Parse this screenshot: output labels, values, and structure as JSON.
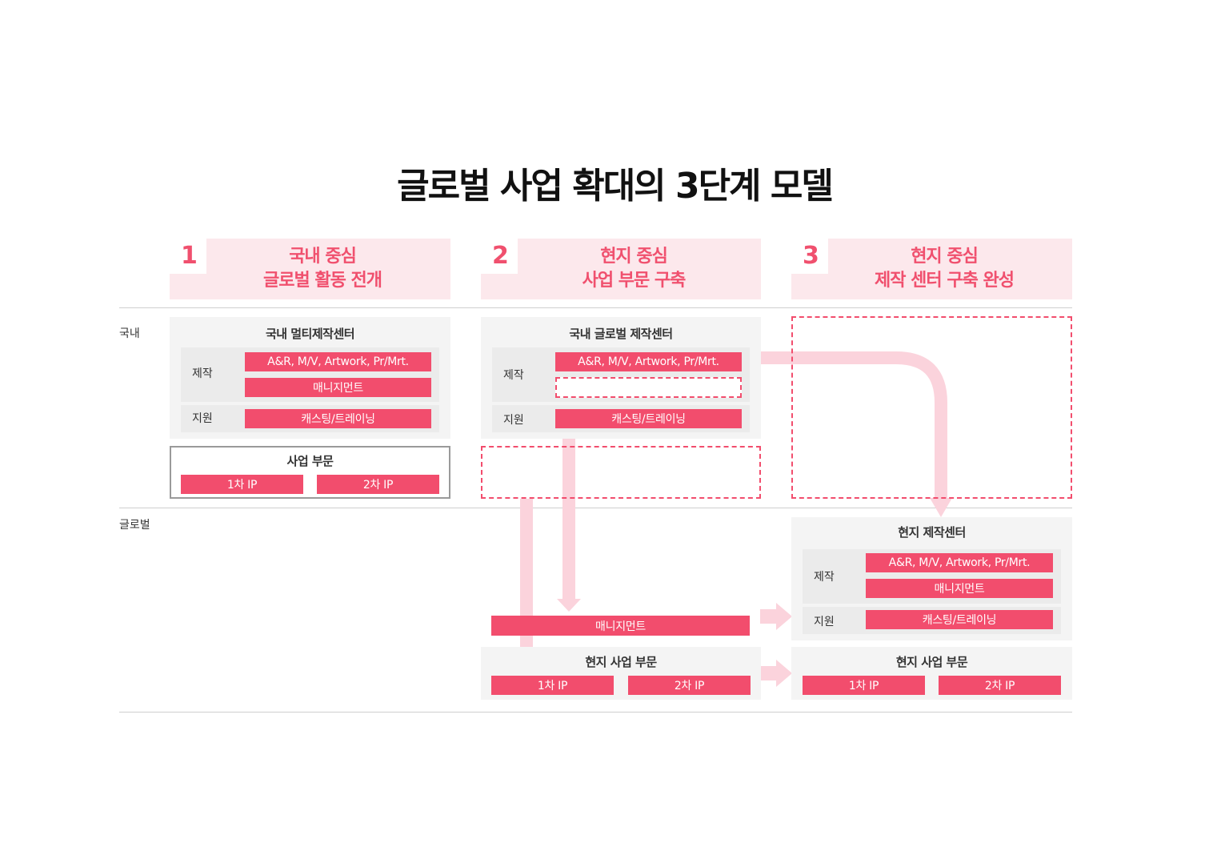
{
  "title": "글로벌 사업 확대의 3단계 모델",
  "colors": {
    "accent": "#f24d6d",
    "stage_bg": "#fce8ec",
    "arrow": "#fbd3dc",
    "panel": "#f4f4f4"
  },
  "rows": {
    "domestic": "국내",
    "global": "글로벌"
  },
  "stages": [
    {
      "num": "1",
      "line1": "국내 중심",
      "line2": "글로벌 활동 전개"
    },
    {
      "num": "2",
      "line1": "현지 중심",
      "line2": "사업 부문 구축"
    },
    {
      "num": "3",
      "line1": "현지 중심",
      "line2": "제작 센터 구축 완성"
    }
  ],
  "stage1": {
    "center_title": "국내 멀티제작센터",
    "production_label": "제작",
    "support_label": "지원",
    "bar_anr": "A&R, M/V, Artwork, Pr/Mrt.",
    "bar_mgmt": "매니지먼트",
    "bar_cast": "캐스팅/트레이닝",
    "biz_title": "사업 부문",
    "ip1": "1차 IP",
    "ip2": "2차 IP"
  },
  "stage2": {
    "center_title": "국내 글로벌 제작센터",
    "production_label": "제작",
    "support_label": "지원",
    "bar_anr": "A&R, M/V, Artwork, Pr/Mrt.",
    "bar_cast": "캐스팅/트레이닝",
    "global_mgmt": "매니지먼트",
    "local_biz_title": "현지 사업 부문",
    "ip1": "1차 IP",
    "ip2": "2차 IP"
  },
  "stage3": {
    "center_title": "현지 제작센터",
    "production_label": "제작",
    "support_label": "지원",
    "bar_anr": "A&R, M/V, Artwork, Pr/Mrt.",
    "bar_mgmt": "매니지먼트",
    "bar_cast": "캐스팅/트레이닝",
    "local_biz_title": "현지 사업 부문",
    "ip1": "1차 IP",
    "ip2": "2차 IP"
  }
}
